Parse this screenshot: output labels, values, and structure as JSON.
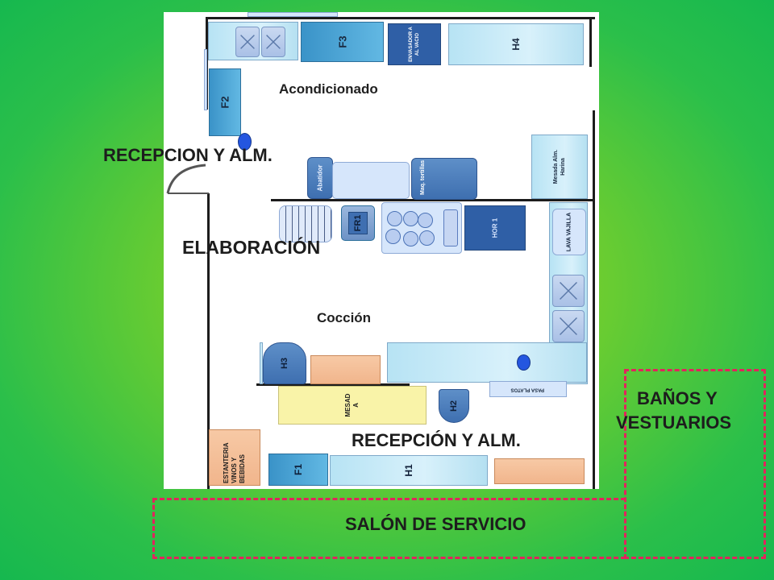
{
  "rooms": {
    "acondicionado": "Acondicionado",
    "recepcion_top": "RECEPCION Y ALM.",
    "elaboracion": "ELABORACIÓN",
    "coccion": "Cocción",
    "recepcion_bottom": "RECEPCIÓN Y ALM.",
    "banos_line1": "BAÑOS Y",
    "banos_line2": "VESTUARIOS",
    "salon": "SALÓN  DE SERVICIO"
  },
  "equipment": {
    "f3": "F3",
    "envasador": "ENVASADOR A AL VACIO",
    "h4": "H4",
    "f2": "F2",
    "abatidor": "Abatidor",
    "maq_tortillas": "Maq. tortillas",
    "mesada_harina": "Mesada Alm. Harina",
    "fr1": "FR1",
    "hor1": "HOR 1",
    "lava_vajilla": "LAVA VAJILLA",
    "h3": "H3",
    "mesada": "MESAD A",
    "h2": "H2",
    "pasa_platos": "PASA PLATOS",
    "estanteria": "ESTANTERIA VINOS Y BEBIDAS",
    "f1": "F1",
    "h1": "H1"
  },
  "colors": {
    "background": "#3fc24a",
    "dashed_border": "#e2245d",
    "wall": "#1c1c1c"
  }
}
